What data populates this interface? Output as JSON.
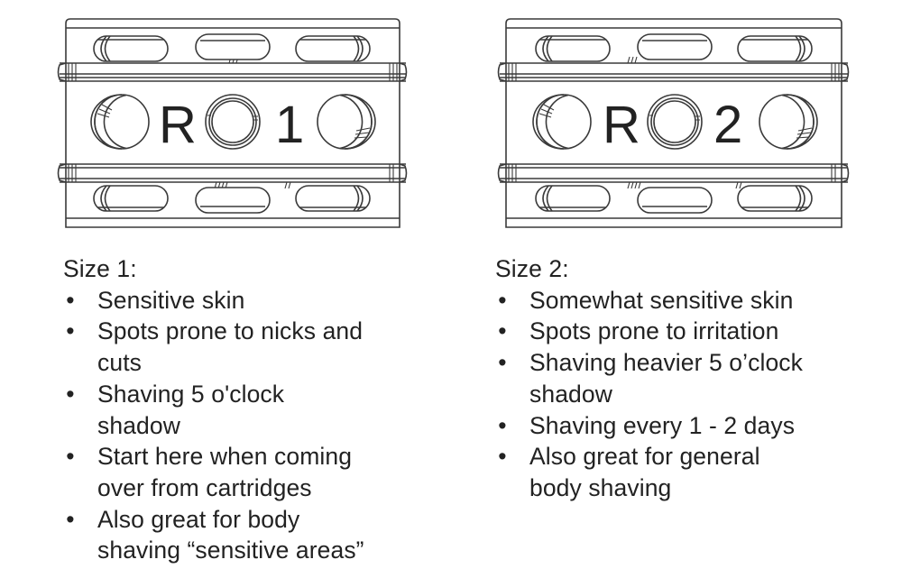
{
  "razors": [
    {
      "id": "razor-1",
      "label_letter": "R",
      "label_number": "1",
      "title": "Size 1:",
      "features": [
        "Sensitive skin",
        "Spots prone to nicks and cuts",
        "Shaving 5 o'clock shadow",
        "Start here when coming over from cartridges",
        "Also great for body shaving “sensitive areas”"
      ],
      "feature_lines": [
        [
          "Sensitive skin"
        ],
        [
          "Spots prone to nicks and",
          "cuts"
        ],
        [
          "Shaving 5 o'clock",
          "shadow"
        ],
        [
          "Start here when coming",
          "over from cartridges"
        ],
        [
          "Also great for body",
          "shaving “sensitive areas”"
        ]
      ]
    },
    {
      "id": "razor-2",
      "label_letter": "R",
      "label_number": "2",
      "title": "Size 2:",
      "features": [
        "Somewhat sensitive skin",
        "Spots prone to irritation",
        "Shaving heavier 5 o’clock shadow",
        "Shaving every 1 - 2 days",
        "Also great for general body shaving"
      ],
      "feature_lines": [
        [
          "Somewhat sensitive skin"
        ],
        [
          "Spots prone to irritation"
        ],
        [
          "Shaving heavier 5 o’clock",
          "shadow"
        ],
        [
          "Shaving every 1 - 2 days"
        ],
        [
          "Also great for general",
          "body shaving"
        ]
      ]
    }
  ],
  "bullet_glyph": "•",
  "colors": {
    "line": "#3a3a3a",
    "text": "#222222",
    "background": "#ffffff"
  }
}
